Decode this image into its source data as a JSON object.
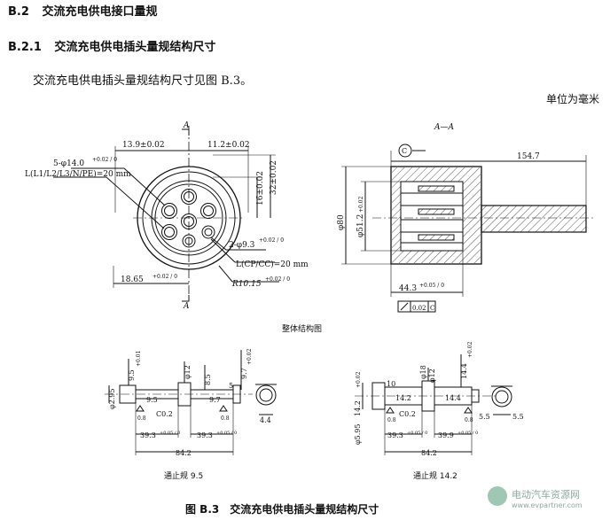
{
  "section_b2": {
    "number": "B.2",
    "title": "交流充电供电接口量规"
  },
  "section_b21": {
    "number": "B.2.1",
    "title": "交流充电供电插头量规结构尺寸"
  },
  "paragraph": "交流充电供电插头量规结构尺寸见图 B.3。",
  "unit_note": "单位为毫米",
  "figure": {
    "overall_caption": "整体结构图",
    "gauge1_caption": "通止规 9.5",
    "gauge2_caption": "通止规 14.2",
    "main_caption": "图 B.3　交流充电供电插头量规结构尺寸"
  },
  "front_view": {
    "section_mark": "A",
    "dim_top_left": "13.9±0.02",
    "dim_top_right": "11.2±0.02",
    "holes_5": "5-φ14.0",
    "holes_5_tol": "+0.02 / 0",
    "holes_5_depth": "L(L1/L2/L3/N/PE)=20 mm",
    "dim_v16": "16±0.02",
    "dim_v32": "32±0.02",
    "holes_2": "2-φ9.3",
    "holes_2_tol": "+0.02 / 0",
    "holes_2_depth": "L(CP/CC)=20 mm",
    "dim_18": "18.65",
    "dim_18_tol": "+0.02 / 0",
    "radius": "R10.15",
    "radius_tol": "+0.02 / 0"
  },
  "side_view": {
    "title": "A—A",
    "datum": "C",
    "len_total": "154.7",
    "phi80": "φ80",
    "phi51": "φ51.2",
    "phi51_tol": "+0.02",
    "dim_44": "44.3",
    "dim_44_tol": "+0.05 / 0",
    "flatness": "0.02",
    "flatness_datum": "C"
  },
  "gauge1": {
    "d1": "9.5",
    "d1_tol": "+0.01",
    "d2": "9.7",
    "d2_tol": "+0.02",
    "phi12": "φ12",
    "dim_8_5": "8.5",
    "dim_5": "5",
    "dim_phi2_95": "φ2.95",
    "dim_9_5_mid": "9.5",
    "dim_9_7_mid": "9.7",
    "chamfer": "C0.2",
    "rough1": "0.8",
    "rough2": "0.8",
    "l1": "39.3",
    "l1_tol": "+0.05 / 0",
    "l2": "39.3",
    "l2_tol": "+0.05 / 0",
    "total": "84.2",
    "end": "4.4"
  },
  "gauge2": {
    "d1": "14.2",
    "d1_tol": "+0.02",
    "phi18": "φ18",
    "phi12": "φ12",
    "dim_10": "10",
    "dim_14_2_mid": "14.2",
    "dim_14_4_mid": "14.4",
    "d_end": "14.4",
    "d_end_tol": "+0.02",
    "dim_5_95": "φ5.95",
    "chamfer": "C0.2",
    "rough1": "0.8",
    "rough2": "0.8",
    "l1": "39.3",
    "l1_tol": "+0.05 / 0",
    "l2": "39.9",
    "l2_tol": "+0.05 / 0",
    "total": "84.2",
    "end1": "5.5",
    "end2": "5.5"
  },
  "watermark": {
    "line1": "电动汽车资源网",
    "line2": "www.evpartner.com"
  }
}
